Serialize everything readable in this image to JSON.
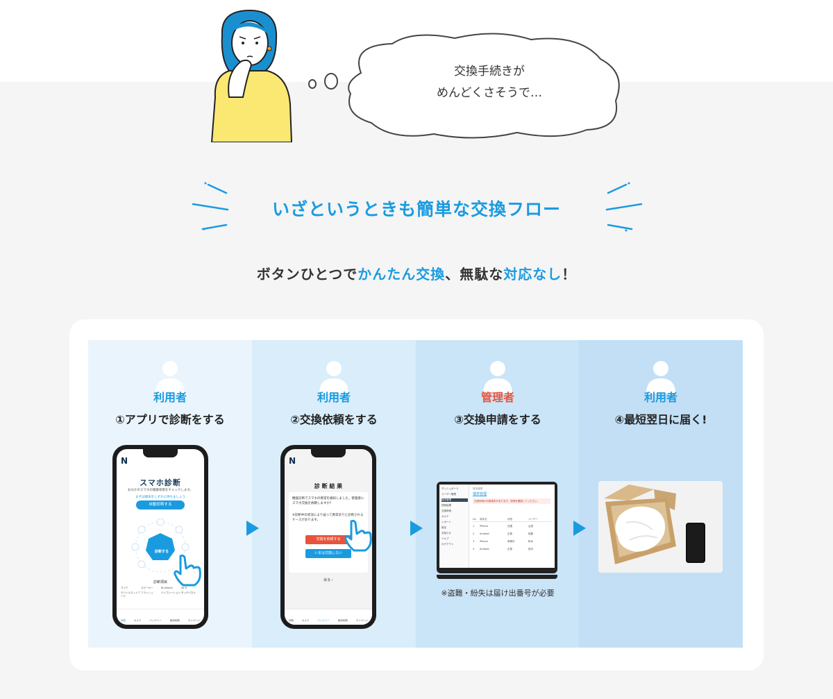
{
  "bubble": {
    "line1": "交換手続きが",
    "line2": "めんどくさそうで…"
  },
  "headline": "いざというときも簡単な交換フロー",
  "subline": {
    "part1": "ボタンひとつで",
    "part2": "かんたん交換",
    "part3": "、無駄な",
    "part4": "対応なし",
    "part5": "！"
  },
  "colors": {
    "accent": "#1a9be0",
    "admin": "#e8543b",
    "panels": [
      "#eaf4fd",
      "#d9edfb",
      "#cae4f8",
      "#c2dff6"
    ]
  },
  "steps": [
    {
      "role": "利用者",
      "title": "①アプリで診断をする"
    },
    {
      "role": "利用者",
      "title": "②交換依頼をする"
    },
    {
      "role": "管理者",
      "title": "③交換申請をする"
    },
    {
      "role": "利用者",
      "title": "④最短翌日に届く!"
    }
  ],
  "phone1": {
    "logo": "N",
    "title": "スマホ診断",
    "desc": "おなかのスマホの健康状態をチェックします。",
    "hint": "まずは端末をしずかに持ちましょう",
    "button": "自動診断する",
    "center": "診断する",
    "section": "診断項目",
    "items": [
      "マイク",
      "スピーカー",
      "Bluetooth",
      "Wi-Fi",
      "モバイルネットワーク",
      "フラッシュ",
      "バイブレーション",
      "タッチパネル"
    ],
    "tabs": [
      "診断",
      "カルテ",
      "バッテリー",
      "使用時間",
      "マイページ"
    ]
  },
  "phone2": {
    "logo": "N",
    "title": "診 断 結 果",
    "msg1": "機能診断でスマホの異常を検知しました。管理者にスマホ交換を依頼しますか?",
    "msg2": "※診断中の状況により誤って異常ありと診断されるケースがあります。",
    "btn_request": "交換を依頼する",
    "btn_cancel": "いまは交換しない",
    "back": "戻る",
    "tabs": [
      "診断",
      "カルテ",
      "バッテリー",
      "使用時間",
      "マイページ"
    ]
  },
  "laptop": {
    "heading": "端末管理",
    "breadcrumb": "端末管理",
    "alert": "交換申請の対象端末があります。詳細を確認してください。",
    "menu": [
      "ダッシュボード",
      "ユーザー管理",
      "端末管理",
      "診断結果",
      "交換申請",
      "カルテ",
      "レポート",
      "設定",
      "お知らせ",
      "ヘルプ",
      "ログアウト"
    ],
    "columns": [
      "No",
      "端末名",
      "状態",
      "ユーザー"
    ],
    "rows": [
      [
        "1",
        "iPhone",
        "交換",
        "山田"
      ],
      [
        "2",
        "Android",
        "正常",
        "佐藤"
      ],
      [
        "3",
        "iPhone",
        "申請中",
        "鈴木"
      ],
      [
        "4",
        "Android",
        "正常",
        "田中"
      ]
    ]
  },
  "note": "※盗難・紛失は届け出番号が必要"
}
